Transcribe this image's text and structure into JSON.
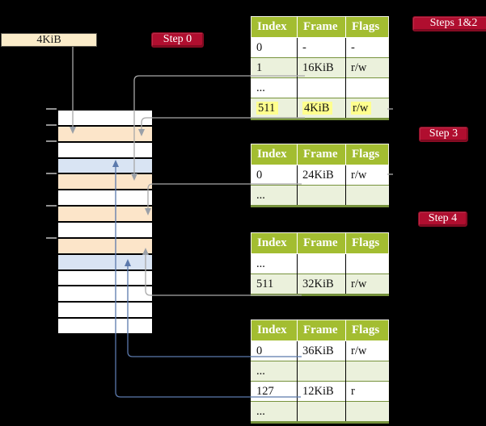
{
  "colors": {
    "background": "#000000",
    "frame_free": "#FBECC9",
    "frame_orange": "#FCE5C9",
    "frame_blue": "#D9E4F3",
    "frame_white": "#FFFFFF",
    "table_header_green": "#A3BD31",
    "table_row_green": "#EBF1DC",
    "table_border_olive": "#76923C",
    "highlight_yellow": "#FFFF8E",
    "label_red": "#B00E2F",
    "arrow_gray": "#A8A8A8",
    "arrow_blue": "#5B79AC"
  },
  "free_block": {
    "label": "4KiB"
  },
  "labels": {
    "step0": "Step 0",
    "steps12": "Steps 1&2",
    "step3": "Step 3",
    "step4": "Step 4"
  },
  "memory": {
    "rows": [
      "white",
      "orange",
      "white",
      "blue",
      "orange",
      "white",
      "orange",
      "white",
      "orange",
      "blue",
      "white",
      "white",
      "white",
      "white"
    ]
  },
  "tables": [
    {
      "name": "page-table-steps-1-2",
      "headers": [
        "Index",
        "Frame",
        "Flags"
      ],
      "rows": [
        {
          "cells": [
            "0",
            "-",
            "-"
          ]
        },
        {
          "cells": [
            "1",
            "16KiB",
            "r/w"
          ]
        },
        {
          "cells": [
            "...",
            "",
            ""
          ]
        },
        {
          "cells": [
            "511",
            "4KiB",
            "r/w"
          ],
          "highlight": true
        }
      ]
    },
    {
      "name": "page-table-step-3",
      "headers": [
        "Index",
        "Frame",
        "Flags"
      ],
      "rows": [
        {
          "cells": [
            "0",
            "24KiB",
            "r/w"
          ]
        },
        {
          "cells": [
            "...",
            "",
            ""
          ]
        }
      ]
    },
    {
      "name": "page-table-step-4",
      "headers": [
        "Index",
        "Frame",
        "Flags"
      ],
      "rows": [
        {
          "cells": [
            "...",
            "",
            ""
          ]
        },
        {
          "cells": [
            "511",
            "32KiB",
            "r/w"
          ]
        }
      ]
    },
    {
      "name": "page-table-bottom",
      "headers": [
        "Index",
        "Frame",
        "Flags"
      ],
      "rows": [
        {
          "cells": [
            "0",
            "36KiB",
            "r/w"
          ]
        },
        {
          "cells": [
            "...",
            "",
            ""
          ]
        },
        {
          "cells": [
            "127",
            "12KiB",
            "r"
          ]
        },
        {
          "cells": [
            "...",
            "",
            ""
          ]
        }
      ]
    }
  ],
  "connectors": [
    {
      "from": "free-block-4KiB",
      "to": "memory-frame-4KiB",
      "color": "gray"
    },
    {
      "from": "table1-row-1-16KiB",
      "to": "memory-frame-16KiB",
      "color": "gray"
    },
    {
      "from": "table1-row-511-4KiB",
      "to": "memory-frame-4KiB",
      "color": "gray"
    },
    {
      "from": "table2-row-0-24KiB",
      "to": "memory-frame-24KiB",
      "color": "gray"
    },
    {
      "from": "table3-row-511-32KiB",
      "to": "memory-frame-32KiB",
      "color": "gray"
    },
    {
      "from": "table4-row-0-36KiB",
      "to": "memory-frame-36KiB",
      "color": "blue"
    },
    {
      "from": "table4-row-127-12KiB",
      "to": "memory-frame-12KiB",
      "color": "blue"
    }
  ]
}
